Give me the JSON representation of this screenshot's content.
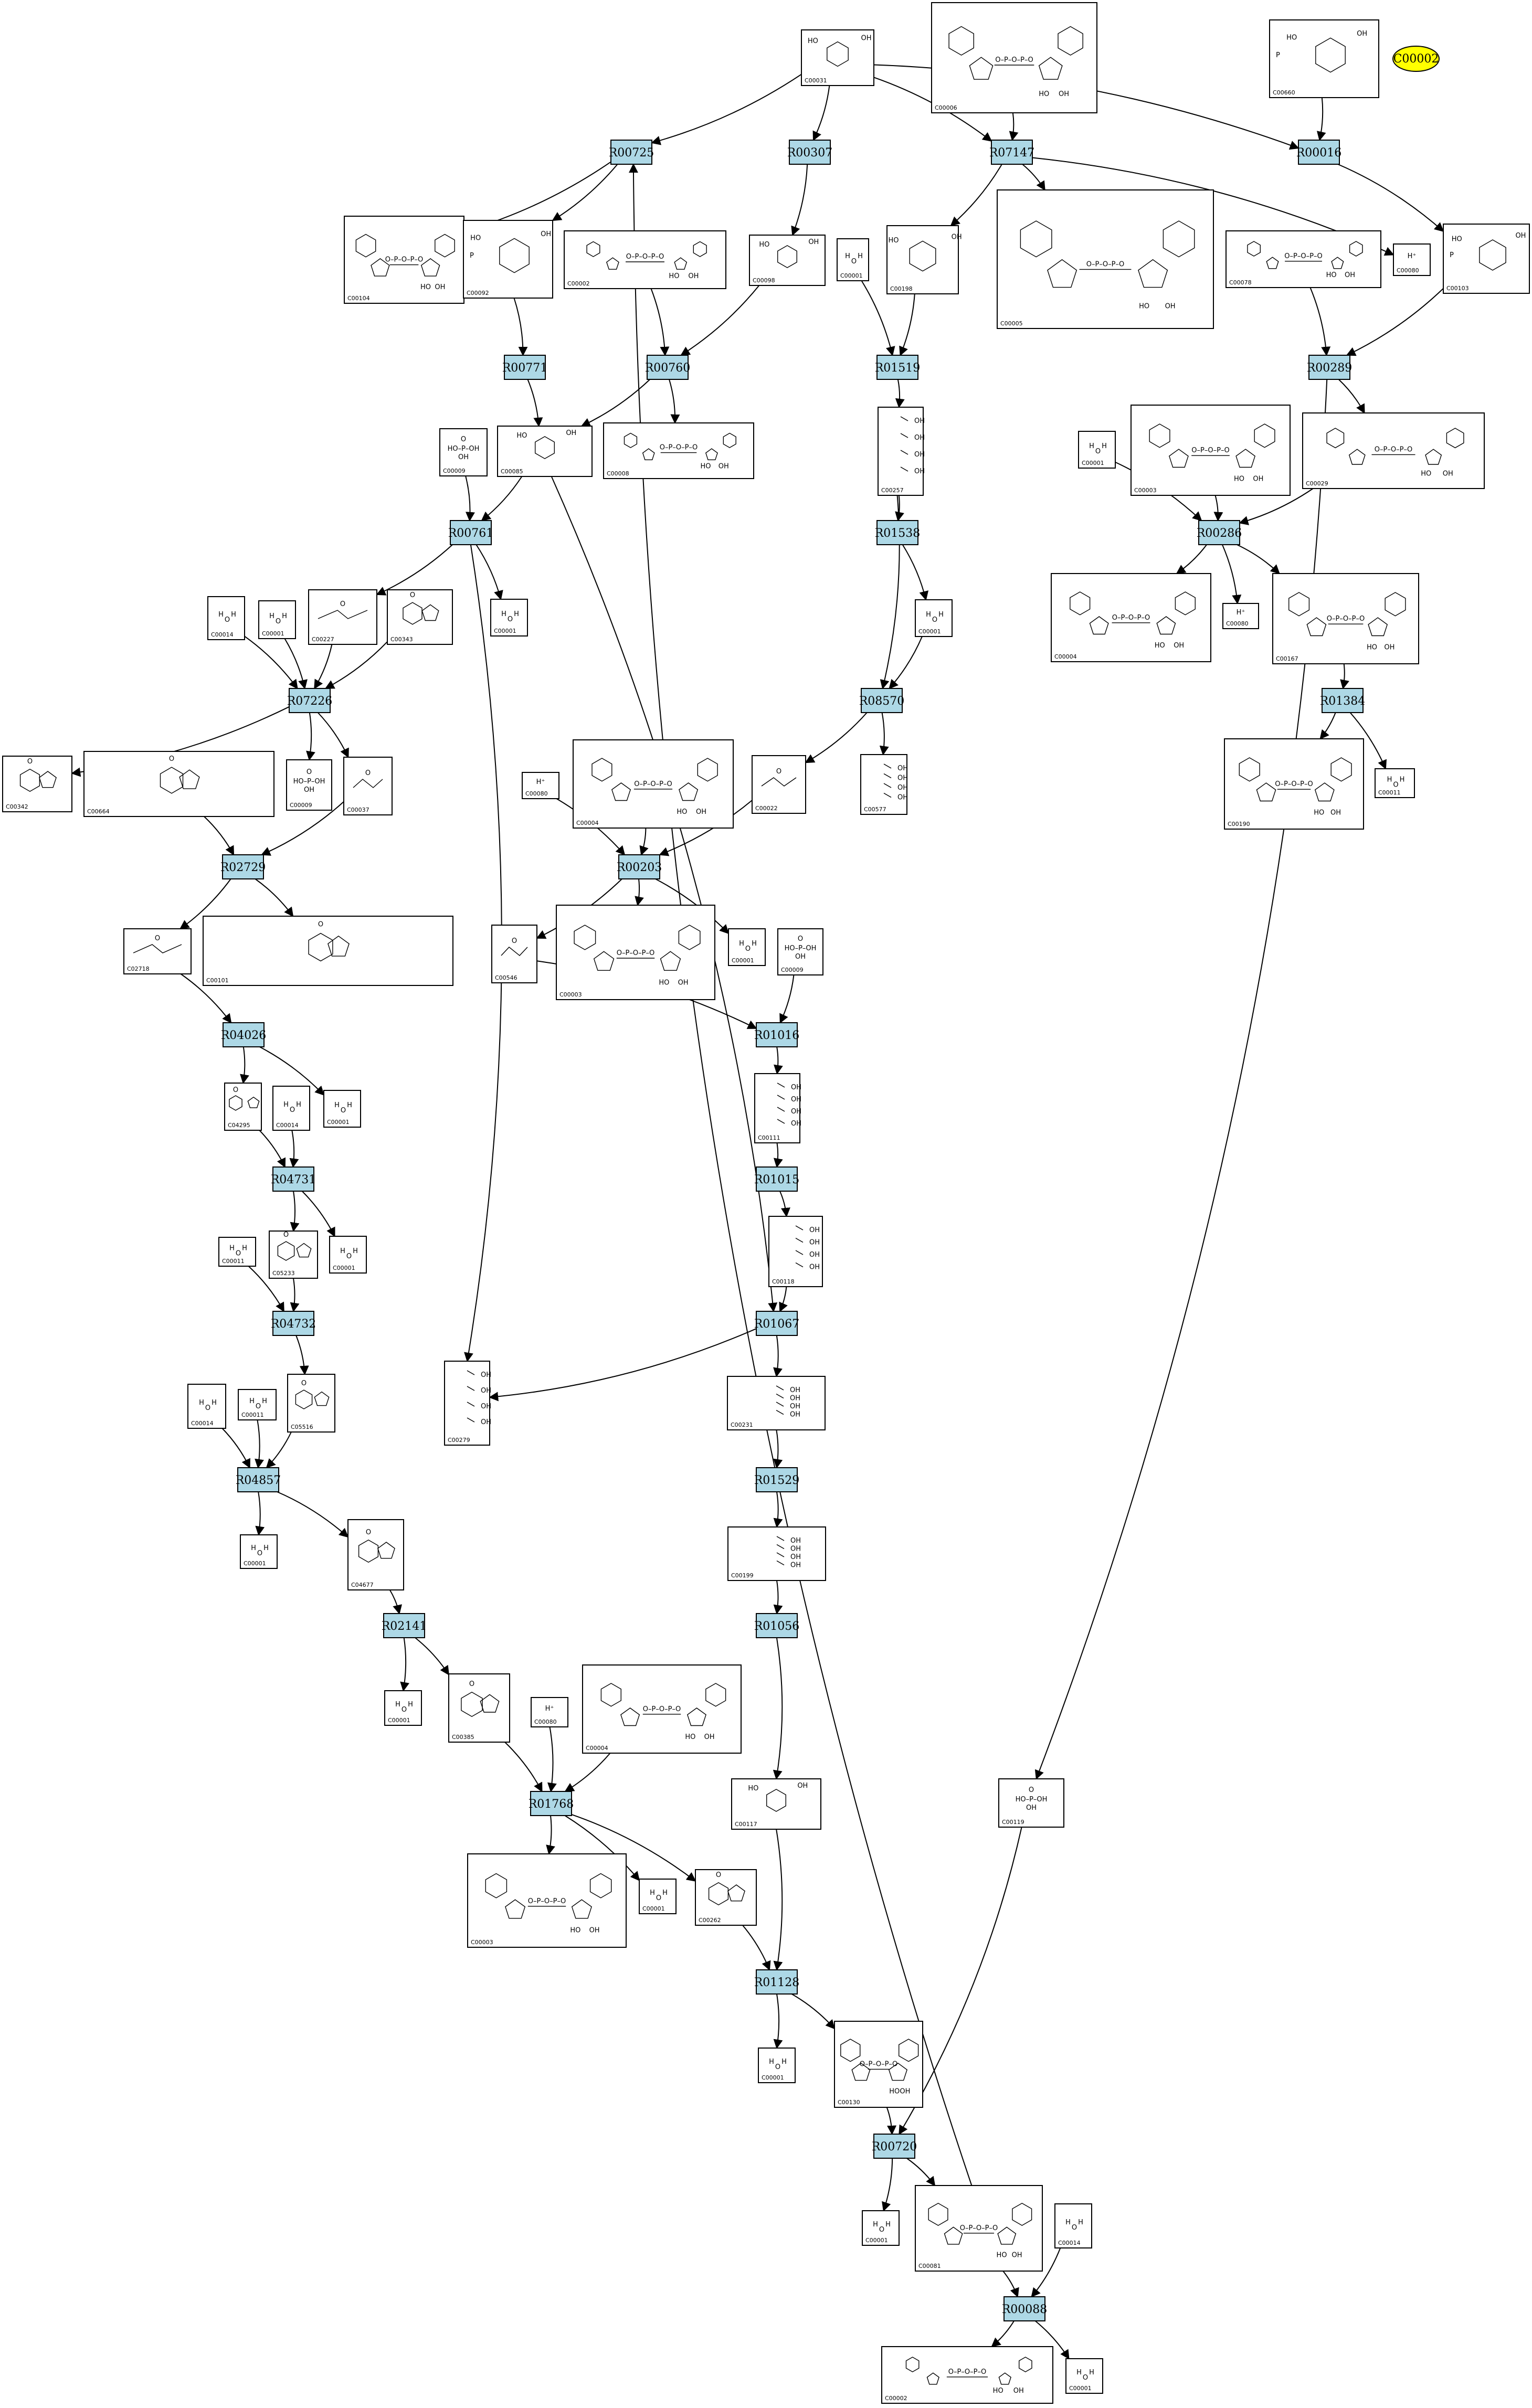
{
  "badge": {
    "label": "C00002"
  },
  "compounds": [
    {
      "key": "c_top_sugar",
      "id": "C00031"
    },
    {
      "key": "c_top_nad",
      "id": "C00006"
    },
    {
      "key": "c_top_g1p",
      "id": "C00660"
    },
    {
      "key": "c_imp_top",
      "id": "C00104"
    },
    {
      "key": "c_pyro",
      "id": "C00092"
    },
    {
      "key": "c_atp",
      "id": "C00002"
    },
    {
      "key": "c_sugar2",
      "id": "C00098"
    },
    {
      "key": "c_water1",
      "id": "C00001"
    },
    {
      "key": "c_glc",
      "id": "C00198"
    },
    {
      "key": "c_nadph",
      "id": "C00005"
    },
    {
      "key": "c_udpg",
      "id": "C00078"
    },
    {
      "key": "c_hplus1",
      "id": "C00080"
    },
    {
      "key": "c_udp2",
      "id": "C00103"
    },
    {
      "key": "c_pi",
      "id": "C00009"
    },
    {
      "key": "c_r5p",
      "id": "C00085"
    },
    {
      "key": "c_adp",
      "id": "C00008"
    },
    {
      "key": "c_gluconate",
      "id": "C00257"
    },
    {
      "key": "c_water_r",
      "id": "C00001"
    },
    {
      "key": "c_nadh_r",
      "id": "C00003"
    },
    {
      "key": "c_udpglc",
      "id": "C00029"
    },
    {
      "key": "c_nh3",
      "id": "C00014"
    },
    {
      "key": "c_water2",
      "id": "C00001"
    },
    {
      "key": "c_acp",
      "id": "C00227"
    },
    {
      "key": "c_thf_prod",
      "id": "C00343"
    },
    {
      "key": "c_water3",
      "id": "C00001"
    },
    {
      "key": "c_water4",
      "id": "C00001"
    },
    {
      "key": "c_nadh4",
      "id": "C00004"
    },
    {
      "key": "c_hplus2",
      "id": "C00080"
    },
    {
      "key": "c_udpgal",
      "id": "C00167"
    },
    {
      "key": "c_udpx",
      "id": "C00190"
    },
    {
      "key": "c_co2_1",
      "id": "C00011"
    },
    {
      "key": "c_thf_r",
      "id": "C00342"
    },
    {
      "key": "c_folate",
      "id": "C00664"
    },
    {
      "key": "c_pi2",
      "id": "C00009"
    },
    {
      "key": "c_amide",
      "id": "C00037"
    },
    {
      "key": "c_nadh5",
      "id": "C00004"
    },
    {
      "key": "c_hplus3",
      "id": "C00080"
    },
    {
      "key": "c_pyr",
      "id": "C00022"
    },
    {
      "key": "c_glyald",
      "id": "C00577"
    },
    {
      "key": "c_gly",
      "id": "C02718"
    },
    {
      "key": "c_thf2",
      "id": "C00101"
    },
    {
      "key": "c_acald",
      "id": "C00546"
    },
    {
      "key": "c_nad3",
      "id": "C00003"
    },
    {
      "key": "c_water5",
      "id": "C00001"
    },
    {
      "key": "c_pi3",
      "id": "C00009"
    },
    {
      "key": "c_imid",
      "id": "C04295"
    },
    {
      "key": "c_nh3_2",
      "id": "C00014"
    },
    {
      "key": "c_water6",
      "id": "C00001"
    },
    {
      "key": "c_dhap",
      "id": "C00111"
    },
    {
      "key": "c_co2_2",
      "id": "C00011"
    },
    {
      "key": "c_imid2",
      "id": "C05233"
    },
    {
      "key": "c_water7",
      "id": "C00001"
    },
    {
      "key": "c_g3p",
      "id": "C00118"
    },
    {
      "key": "c_imid3",
      "id": "C05516"
    },
    {
      "key": "c_s7p",
      "id": "C00279"
    },
    {
      "key": "c_x5p",
      "id": "C00231"
    },
    {
      "key": "c_nh3_3",
      "id": "C00014"
    },
    {
      "key": "c_co2_3",
      "id": "C00011"
    },
    {
      "key": "c_water8",
      "id": "C00001"
    },
    {
      "key": "c_aicar",
      "id": "C04677"
    },
    {
      "key": "c_ru5p",
      "id": "C00199"
    },
    {
      "key": "c_water9",
      "id": "C00001"
    },
    {
      "key": "c_xmp",
      "id": "C00385"
    },
    {
      "key": "c_hplus4",
      "id": "C00080"
    },
    {
      "key": "c_nadh6",
      "id": "C00004"
    },
    {
      "key": "c_r1p",
      "id": "C00117"
    },
    {
      "key": "c_prpp",
      "id": "C00119"
    },
    {
      "key": "c_nad7",
      "id": "C00003"
    },
    {
      "key": "c_water10",
      "id": "C00001"
    },
    {
      "key": "c_hyp",
      "id": "C00262"
    },
    {
      "key": "c_water11",
      "id": "C00001"
    },
    {
      "key": "c_imp2",
      "id": "C00130"
    },
    {
      "key": "c_water12",
      "id": "C00001"
    },
    {
      "key": "c_ppp",
      "id": "C00081"
    },
    {
      "key": "c_nh3_4",
      "id": "C00014"
    },
    {
      "key": "c_atp2",
      "id": "C00002"
    },
    {
      "key": "c_water13",
      "id": "C00001"
    }
  ],
  "reactions": [
    {
      "key": "r_R00725",
      "label": "R00725"
    },
    {
      "key": "r_R00307",
      "label": "R00307"
    },
    {
      "key": "r_R07147",
      "label": "R07147"
    },
    {
      "key": "r_R00016",
      "label": "R00016"
    },
    {
      "key": "r_R00771",
      "label": "R00771"
    },
    {
      "key": "r_R00760",
      "label": "R00760"
    },
    {
      "key": "r_R01519",
      "label": "R01519"
    },
    {
      "key": "r_R00289",
      "label": "R00289"
    },
    {
      "key": "r_R00761",
      "label": "R00761"
    },
    {
      "key": "r_R01538",
      "label": "R01538"
    },
    {
      "key": "r_R00286",
      "label": "R00286"
    },
    {
      "key": "r_R07226",
      "label": "R07226"
    },
    {
      "key": "r_R08570",
      "label": "R08570"
    },
    {
      "key": "r_R01384",
      "label": "R01384"
    },
    {
      "key": "r_R02729",
      "label": "R02729"
    },
    {
      "key": "r_R00203",
      "label": "R00203"
    },
    {
      "key": "r_R04026",
      "label": "R04026"
    },
    {
      "key": "r_R01016",
      "label": "R01016"
    },
    {
      "key": "r_R04731",
      "label": "R04731"
    },
    {
      "key": "r_R01015",
      "label": "R01015"
    },
    {
      "key": "r_R04732",
      "label": "R04732"
    },
    {
      "key": "r_R01067",
      "label": "R01067"
    },
    {
      "key": "r_R04857",
      "label": "R04857"
    },
    {
      "key": "r_R01529",
      "label": "R01529"
    },
    {
      "key": "r_R02141",
      "label": "R02141"
    },
    {
      "key": "r_R01056",
      "label": "R01056"
    },
    {
      "key": "r_R01768",
      "label": "R01768"
    },
    {
      "key": "r_R01128",
      "label": "R01128"
    },
    {
      "key": "r_R00720",
      "label": "R00720"
    },
    {
      "key": "r_R00088",
      "label": "R00088"
    }
  ]
}
